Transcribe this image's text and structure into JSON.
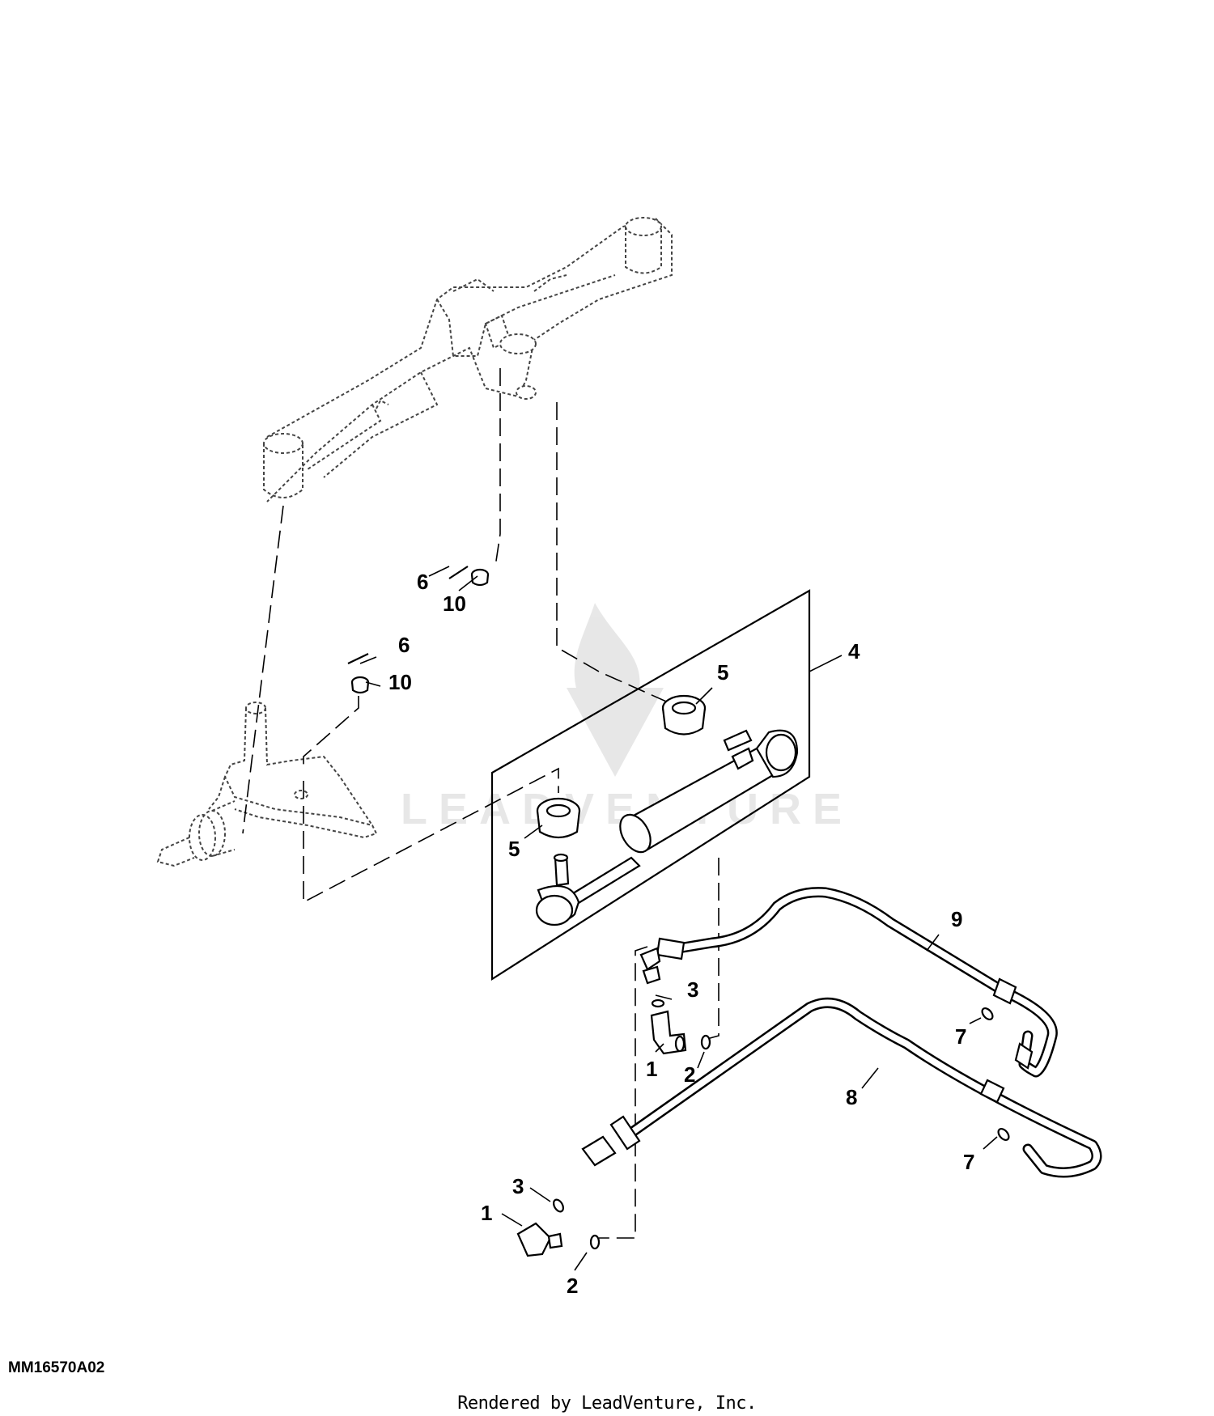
{
  "diagram": {
    "drawing_code": "MM16570A02",
    "render_credit": "Rendered by LeadVenture, Inc.",
    "watermark_text": "LEADVENTURE",
    "callouts": {
      "c1_upper": "1",
      "c1_lower": "1",
      "c2_upper": "2",
      "c2_lower": "2",
      "c3_upper": "3",
      "c3_lower": "3",
      "c4": "4",
      "c5_right": "5",
      "c5_left": "5",
      "c6_top": "6",
      "c6_mid": "6",
      "c7_upper": "7",
      "c7_lower": "7",
      "c8": "8",
      "c9": "9",
      "c10_top": "10",
      "c10_mid": "10"
    }
  }
}
